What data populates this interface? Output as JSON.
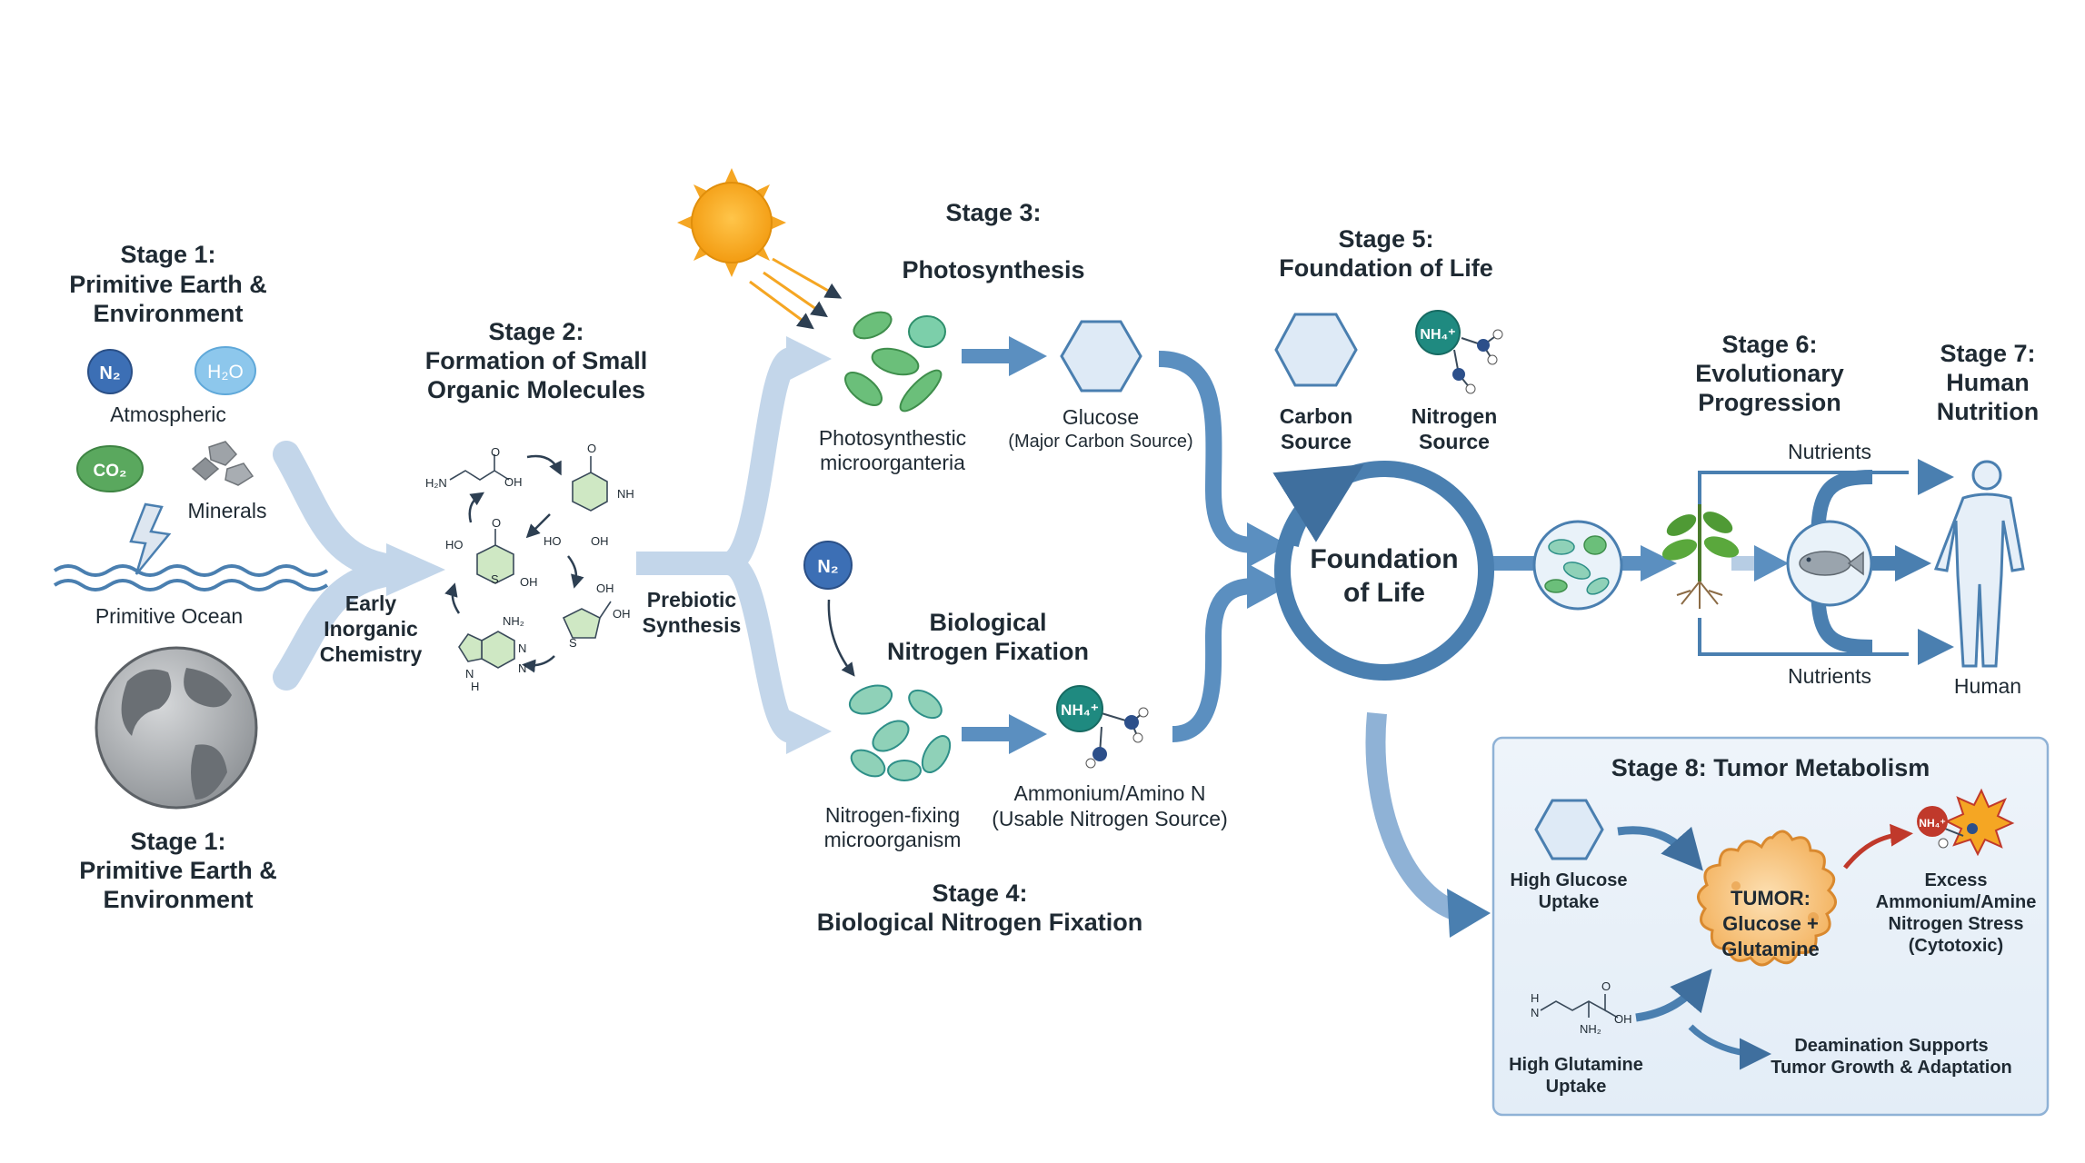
{
  "stage1_top": {
    "title_l1": "Stage 1:",
    "title_l2": "Primitive Earth &",
    "title_l3": "Environment"
  },
  "stage1_bottom": {
    "title_l1": "Stage 1:",
    "title_l2": "Primitive Earth &",
    "title_l3": "Environment"
  },
  "env": {
    "n2": "N₂",
    "h2o": "H₂O",
    "co2": "CO₂",
    "atmospheric": "Atmospheric",
    "minerals": "Minerals",
    "primitive_ocean": "Primitive Ocean"
  },
  "early_chem": {
    "l1": "Early",
    "l2": "Inorganic",
    "l3": "Chemistry"
  },
  "stage2": {
    "title_l1": "Stage 2:",
    "title_l2": "Formation of Small",
    "title_l3": "Organic Molecules"
  },
  "molecules": {
    "h2n": "H₂N",
    "oh": "OH",
    "nh": "NH",
    "ho": "HO",
    "nh2": "NH₂",
    "n": "N",
    "h": "H",
    "o": "O",
    "s": "S"
  },
  "prebiotic": {
    "l1": "Prebiotic",
    "l2": "Synthesis"
  },
  "stage3": {
    "title_l1": "Stage 3:",
    "title_l2": "Photosynthesis"
  },
  "photo": {
    "org_l1": "Photosynthestic",
    "org_l2": "microorganteria",
    "glucose_l1": "Glucose",
    "glucose_l2": "(Major Carbon Source)"
  },
  "stage4": {
    "mid_l1": "Biological",
    "mid_l2": "Nitrogen Fixation",
    "title_l1": "Stage 4:",
    "title_l2": "Biological Nitrogen Fixation",
    "n2": "N₂",
    "org_l1": "Nitrogen-fixing",
    "org_l2": "microorganism",
    "nh4": "NH₄⁺",
    "ammonium_l1": "Ammonium/Amino N",
    "ammonium_l2": "(Usable Nitrogen Source)"
  },
  "stage5": {
    "title_l1": "Stage 5:",
    "title_l2": "Foundation of Life",
    "carbon_l1": "Carbon",
    "carbon_l2": "Source",
    "nitrogen_l1": "Nitrogen",
    "nitrogen_l2": "Source",
    "nh4": "NH₄⁺",
    "circle_l1": "Foundation",
    "circle_l2": "of Life"
  },
  "stage6": {
    "title_l1": "Stage 6:",
    "title_l2": "Evolutionary",
    "title_l3": "Progression",
    "nutrients_top": "Nutrients",
    "nutrients_bottom": "Nutrients"
  },
  "stage7": {
    "title_l1": "Stage 7:",
    "title_l2": "Human",
    "title_l3": "Nutrition",
    "human": "Human"
  },
  "stage8": {
    "title": "Stage 8: Tumor Metabolism",
    "glucose_l1": "High Glucose",
    "glucose_l2": "Uptake",
    "glutamine_l1": "High Glutamine",
    "glutamine_l2": "Uptake",
    "tumor_l1": "TUMOR:",
    "tumor_l2": "Glucose +",
    "tumor_l3": "Glutamine",
    "excess_l1": "Excess",
    "excess_l2": "Ammonium/Amine",
    "excess_l3": "Nitrogen Stress",
    "excess_l4": "(Cytotoxic)",
    "deam_l1": "Deamination Supports",
    "deam_l2": "Tumor Growth & Adaptation",
    "nh4": "NH₄⁺",
    "h": "H",
    "o": "O",
    "oh": "OH",
    "nh2": "NH₂",
    "n": "N"
  },
  "colors": {
    "arrow_light": "#b7cde4",
    "arrow_mid": "#5b8fc0",
    "arrow_dark": "#4a7fb0",
    "green": "#6bbf7a",
    "teal": "#2e8f88",
    "sun": "#f5a623",
    "tumor": "#f4b462",
    "panel": "#eaf1f8"
  },
  "icons": [
    "sun-icon",
    "earth-globe-icon",
    "lightning-icon",
    "wave-icon",
    "hexagon-glucose-icon",
    "bacteria-icon",
    "plant-icon",
    "fish-icon",
    "human-figure-icon",
    "tumor-cell-icon",
    "explosion-icon"
  ]
}
